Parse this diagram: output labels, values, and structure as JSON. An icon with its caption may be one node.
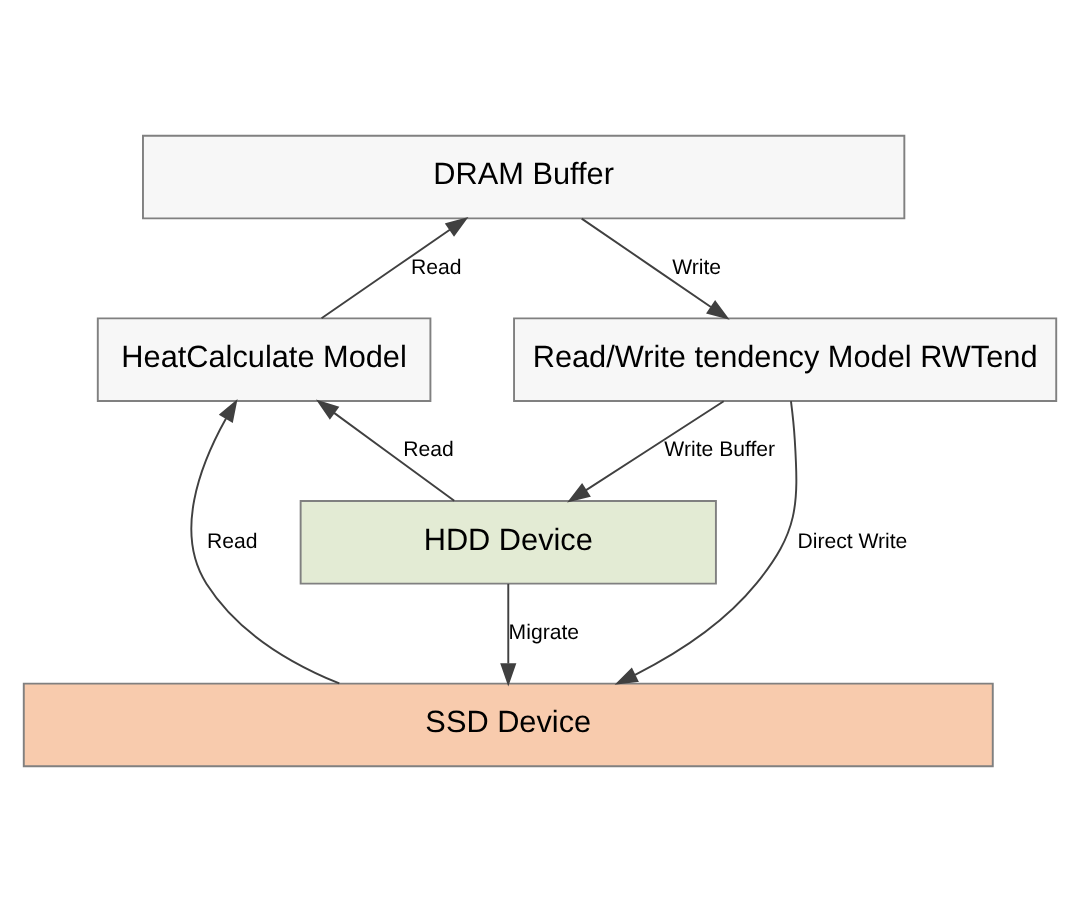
{
  "diagram": {
    "nodes": [
      {
        "text": [
          "DRAM Buffer"
        ]
      },
      {
        "text": [
          "HeatCalculate Model"
        ]
      },
      {
        "text": [
          "Read/Write tendency Model RWTend"
        ]
      },
      {
        "text": [
          "HDD Device"
        ]
      },
      {
        "text": [
          "SSD Device"
        ]
      }
    ],
    "edges": [
      {
        "from": 1,
        "to": 0,
        "arrow": "to",
        "label": "Read"
      },
      {
        "from": 0,
        "to": 2,
        "arrow": "to",
        "label": "Write"
      },
      {
        "from": 3,
        "to": 1,
        "arrow": "to",
        "label": "Read"
      },
      {
        "from": 4,
        "to": 1,
        "arrow": "to",
        "label": "Read"
      },
      {
        "from": 2,
        "to": 3,
        "arrow": "to",
        "label": "Write Buffer"
      },
      {
        "from": 3,
        "to": 4,
        "arrow": "to",
        "label": "Migrate"
      },
      {
        "from": 2,
        "to": 4,
        "arrow": "to",
        "label": "Direct Write"
      }
    ]
  }
}
